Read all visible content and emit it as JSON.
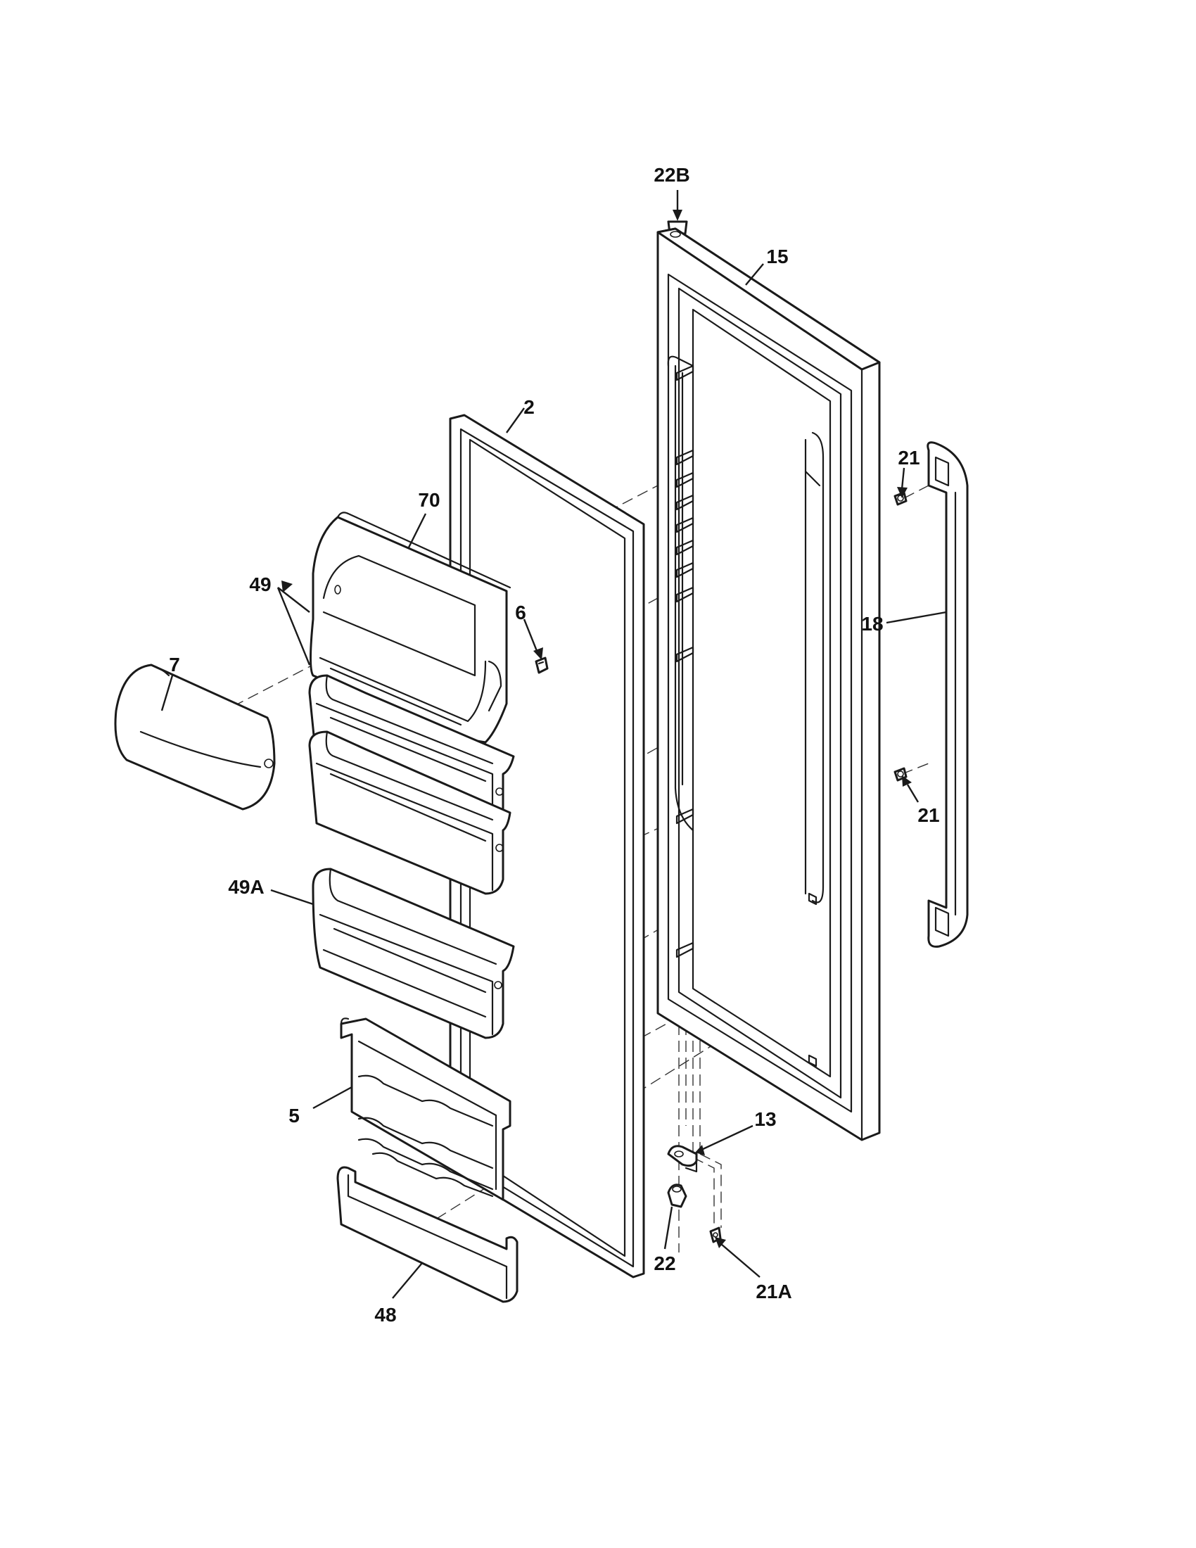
{
  "callouts": {
    "c_22B": "22B",
    "c_15": "15",
    "c_2": "2",
    "c_70": "70",
    "c_21_top": "21",
    "c_6": "6",
    "c_7": "7",
    "c_18": "18",
    "c_49": "49",
    "c_21_bottom": "21",
    "c_49A": "49A",
    "c_5": "5",
    "c_13": "13",
    "c_22": "22",
    "c_21A": "21A",
    "c_48": "48"
  }
}
